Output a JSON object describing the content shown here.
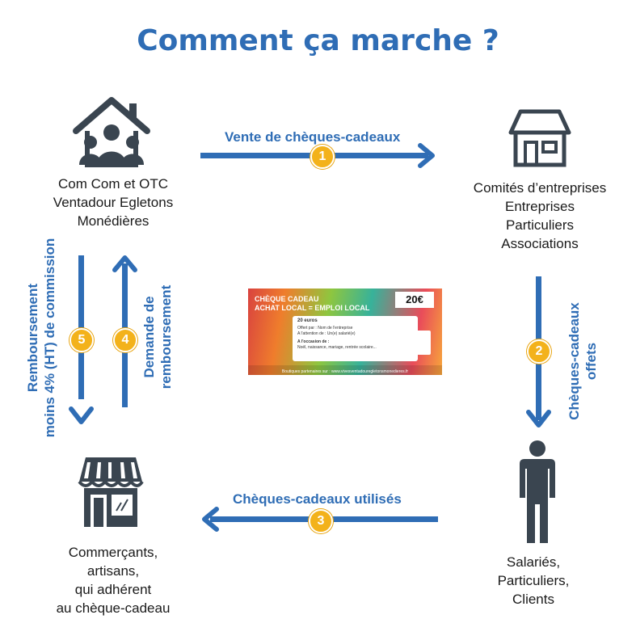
{
  "title": "Comment ça marche ?",
  "nodes": {
    "top_left": "Com Com et OTC\nVentadour Egletons\nMonédières",
    "top_right": "Comités d’entreprises\nEntreprises\nParticuliers\nAssociations",
    "bottom_left": "Commerçants,\nartisans,\nqui adhérent\nau chèque-cadeau",
    "bottom_right": "Salariés,\nParticuliers,\nClients"
  },
  "flows": {
    "f1": {
      "label": "Vente de chèques-cadeaux",
      "step": "1"
    },
    "f2": {
      "label": "Chèques-cadeaux\noffets",
      "step": "2"
    },
    "f3": {
      "label": "Chèques-cadeaux  utilisés",
      "step": "3"
    },
    "f4": {
      "label": "Demande de\nremboursement",
      "step": "4"
    },
    "f5": {
      "label": "Remboursement\nmoins 4% (HT) de commission",
      "step": "5"
    }
  },
  "cheque": {
    "header": "CHÈQUE CADEAU\nACHAT LOCAL = EMPLOI LOCAL",
    "amount": "20€",
    "value_line": "20 euros",
    "line_offert": "Offert par : Nom de l'entreprise",
    "line_attention": "A l'attention de : Un(e) salarié(e)",
    "line_occasion": "A l'occasion de :",
    "line_occasion_value": "Noël, naissance, mariage, rentrée scolaire...",
    "footer": "Boutiques partenaires sur : www.vivesventadouregletonsmonedieres.fr"
  },
  "colors": {
    "accent": "#2f6db5",
    "badge": "#f3b21b",
    "icon": "#3a4550"
  },
  "icons": [
    "community-house-icon",
    "house-icon",
    "shop-icon",
    "person-icon"
  ]
}
